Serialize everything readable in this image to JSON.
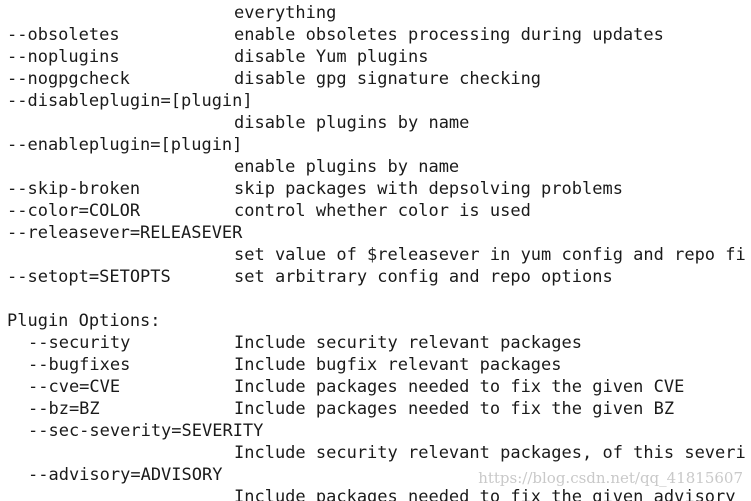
{
  "terminal": {
    "lines": [
      {
        "opt": "",
        "desc": "everything"
      },
      {
        "opt": "--obsoletes",
        "desc": "enable obsoletes processing during updates"
      },
      {
        "opt": "--noplugins",
        "desc": "disable Yum plugins"
      },
      {
        "opt": "--nogpgcheck",
        "desc": "disable gpg signature checking"
      },
      {
        "opt": "--disableplugin=[plugin]",
        "desc": ""
      },
      {
        "opt": "",
        "desc": "disable plugins by name"
      },
      {
        "opt": "--enableplugin=[plugin]",
        "desc": ""
      },
      {
        "opt": "",
        "desc": "enable plugins by name"
      },
      {
        "opt": "--skip-broken",
        "desc": "skip packages with depsolving problems"
      },
      {
        "opt": "--color=COLOR",
        "desc": "control whether color is used"
      },
      {
        "opt": "--releasever=RELEASEVER",
        "desc": ""
      },
      {
        "opt": "",
        "desc": "set value of $releasever in yum config and repo fi"
      },
      {
        "opt": "--setopt=SETOPTS",
        "desc": "set arbitrary config and repo options"
      },
      {
        "opt": "",
        "desc": ""
      }
    ],
    "plugin_heading": "Plugin Options:",
    "plugin_lines": [
      {
        "opt": "--security",
        "desc": "Include security relevant packages"
      },
      {
        "opt": "--bugfixes",
        "desc": "Include bugfix relevant packages"
      },
      {
        "opt": "--cve=CVE",
        "desc": "Include packages needed to fix the given CVE"
      },
      {
        "opt": "--bz=BZ",
        "desc": "Include packages needed to fix the given BZ"
      },
      {
        "opt": "--sec-severity=SEVERITY",
        "desc": ""
      },
      {
        "opt": "",
        "desc": "Include security relevant packages, of this severi"
      },
      {
        "opt": "--advisory=ADVISORY",
        "desc": ""
      },
      {
        "opt": "",
        "desc": "Include packages needed to fix the given advisory"
      }
    ]
  },
  "watermark": "https://blog.csdn.net/qq_41815607"
}
